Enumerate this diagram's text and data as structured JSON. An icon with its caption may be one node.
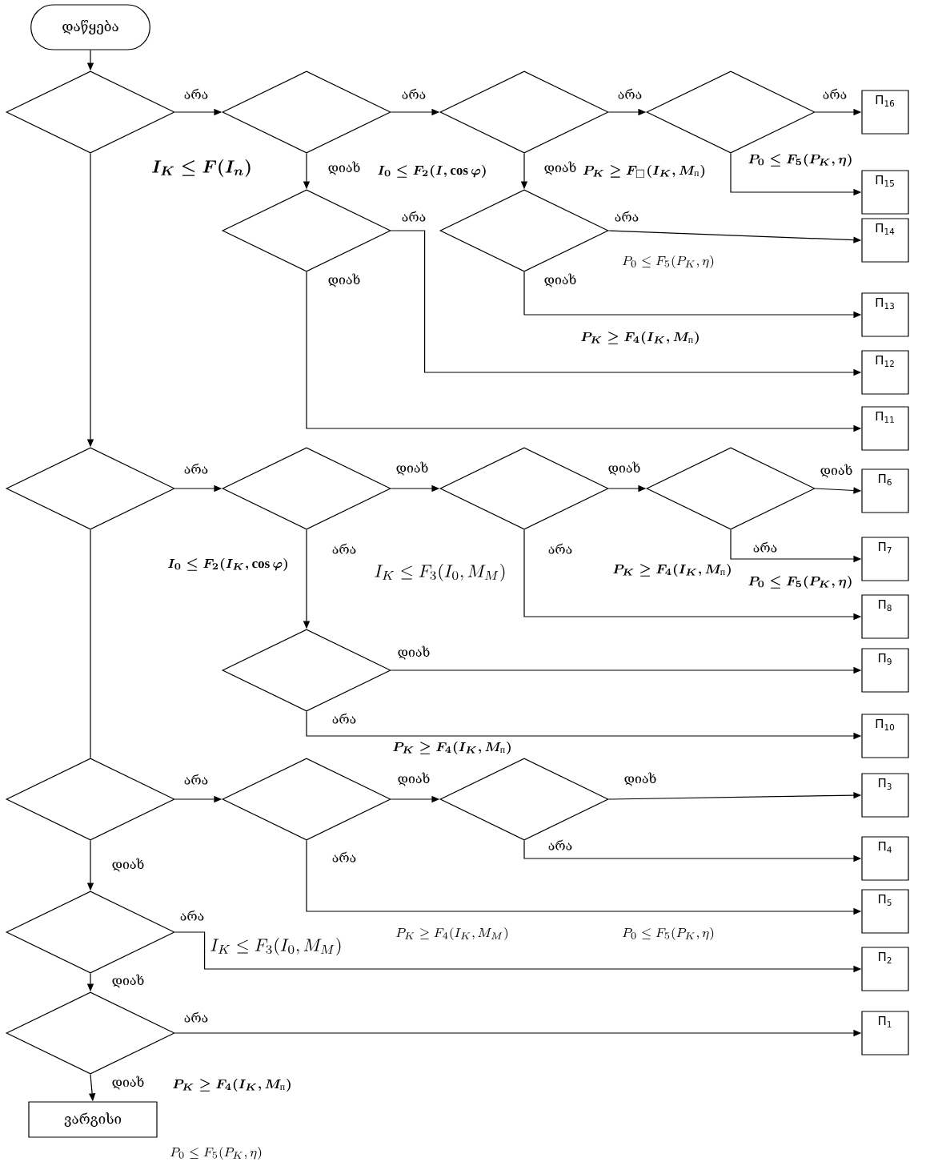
{
  "diagram": {
    "nodes": [
      {
        "text": [
          "დაწყება"
        ]
      },
      {
        "text": [],
        "shape": "diamond"
      },
      {
        "text": [],
        "shape": "diamond"
      },
      {
        "text": [],
        "shape": "diamond"
      },
      {
        "text": [],
        "shape": "diamond"
      },
      {
        "text": [],
        "shape": "diamond"
      },
      {
        "text": [],
        "shape": "diamond"
      },
      {
        "text": [],
        "shape": "diamond"
      },
      {
        "text": [],
        "shape": "diamond"
      },
      {
        "text": [],
        "shape": "diamond"
      },
      {
        "text": [],
        "shape": "diamond"
      },
      {
        "text": [],
        "shape": "diamond"
      },
      {
        "text": [],
        "shape": "diamond"
      },
      {
        "text": [],
        "shape": "diamond"
      },
      {
        "text": [],
        "shape": "diamond"
      },
      {
        "text": [],
        "shape": "diamond"
      },
      {
        "text": [],
        "shape": "diamond"
      },
      {
        "text": [
          "ვარგისი"
        ]
      },
      {
        "text": [
          "П$_{16}$"
        ]
      },
      {
        "text": [
          "П$_{15}$"
        ]
      },
      {
        "text": [
          "П$_{14}$"
        ]
      },
      {
        "text": [
          "П$_{13}$"
        ]
      },
      {
        "text": [
          "П$_{12}$"
        ]
      },
      {
        "text": [
          "П$_{11}$"
        ]
      },
      {
        "text": [
          "П$_{6}$"
        ]
      },
      {
        "text": [
          "П$_{7}$"
        ]
      },
      {
        "text": [
          "П$_{8}$"
        ]
      },
      {
        "text": [
          "П$_{9}$"
        ]
      },
      {
        "text": [
          "П$_{10}$"
        ]
      },
      {
        "text": [
          "П$_{3}$"
        ]
      },
      {
        "text": [
          "П$_{4}$"
        ]
      },
      {
        "text": [
          "П$_{5}$"
        ]
      },
      {
        "text": [
          "П$_{2}$"
        ]
      },
      {
        "text": [
          "П$_{1}$"
        ]
      }
    ],
    "edges": [
      {
        "from": 0,
        "to": 1,
        "arrow": "to"
      },
      {
        "from": 1,
        "to": 2,
        "arrow": "to",
        "label": "არა"
      },
      {
        "from": 2,
        "to": 3,
        "arrow": "to",
        "label": "არა"
      },
      {
        "from": 3,
        "to": 4,
        "arrow": "to",
        "label": "არა"
      },
      {
        "from": 4,
        "to": 18,
        "arrow": "to",
        "label": "არა"
      },
      {
        "from": 4,
        "to": 19,
        "arrow": "to"
      },
      {
        "from": 2,
        "to": 5,
        "arrow": "to",
        "label": "დიახ"
      },
      {
        "from": 3,
        "to": 6,
        "arrow": "to",
        "label": "დიახ"
      },
      {
        "from": 5,
        "to": 22,
        "arrow": "to",
        "label": "არა"
      },
      {
        "from": 6,
        "to": 20,
        "arrow": "to",
        "label": "არა"
      },
      {
        "from": 6,
        "to": 21,
        "arrow": "to",
        "label": "დიახ"
      },
      {
        "from": 5,
        "to": 23,
        "arrow": "to",
        "label": "დიახ"
      },
      {
        "from": 1,
        "to": 7,
        "arrow": "to"
      },
      {
        "from": 7,
        "to": 8,
        "arrow": "to",
        "label": "არა"
      },
      {
        "from": 8,
        "to": 9,
        "arrow": "to",
        "label": "დიახ"
      },
      {
        "from": 9,
        "to": 10,
        "arrow": "to",
        "label": "დიახ"
      },
      {
        "from": 10,
        "to": 24,
        "arrow": "to",
        "label": "დიახ"
      },
      {
        "from": 10,
        "to": 25,
        "arrow": "to",
        "label": "არა"
      },
      {
        "from": 8,
        "to": 11,
        "arrow": "to",
        "label": "არა"
      },
      {
        "from": 9,
        "to": 26,
        "arrow": "to",
        "label": "არა"
      },
      {
        "from": 11,
        "to": 27,
        "arrow": "to",
        "label": "დიახ"
      },
      {
        "from": 11,
        "to": 28,
        "arrow": "to",
        "label": "არა"
      },
      {
        "from": 7,
        "to": 12,
        "arrow": "none"
      },
      {
        "from": 12,
        "to": 13,
        "arrow": "to",
        "label": "არა"
      },
      {
        "from": 13,
        "to": 14,
        "arrow": "to",
        "label": "დიახ"
      },
      {
        "from": 14,
        "to": 29,
        "arrow": "to",
        "label": "დიახ"
      },
      {
        "from": 14,
        "to": 30,
        "arrow": "to",
        "label": "არა"
      },
      {
        "from": 13,
        "to": 31,
        "arrow": "to",
        "label": "არა"
      },
      {
        "from": 12,
        "to": 15,
        "arrow": "to",
        "label": "დიახ"
      },
      {
        "from": 15,
        "to": 32,
        "arrow": "to",
        "label": "არა"
      },
      {
        "from": 15,
        "to": 16,
        "arrow": "to",
        "label": "დიახ"
      },
      {
        "from": 16,
        "to": 33,
        "arrow": "to",
        "label": "არა"
      },
      {
        "from": 16,
        "to": 17,
        "arrow": "to",
        "label": "დიახ"
      }
    ],
    "labels": [
      "I_K \\le F(I_n)",
      "I_0 \\le F_2(I,\\cos\\varphi)",
      "P_K \\ge F_{\\square}(I_K,M_{\\text{п}})",
      "P_0 \\le F_5(P_K,\\eta)",
      "P_K \\ge F_4(I_K,M_{\\text{п}})",
      "P_0 \\le F_5(P_K,\\eta)",
      "I_0 \\le F_2(I_K,\\cos\\varphi)",
      "I_K \\le F_3(I_0,M_M)",
      "P_K \\ge F_4(I_K,M_{\\text{п}})",
      "P_0 \\le F_5(P_K,\\eta)",
      "P_K \\ge F_4(I_K,M_{\\text{п}})",
      "I_K \\le F_3(I_0,M_M)",
      "P_K \\ge F_4(I_K,M_M)",
      "P_0 \\le F_5(P_K,\\eta)",
      "P_K \\ge F_4(I_K,M_{\\text{п}})",
      "P_0 \\le F_5(P_K,\\eta)"
    ]
  }
}
